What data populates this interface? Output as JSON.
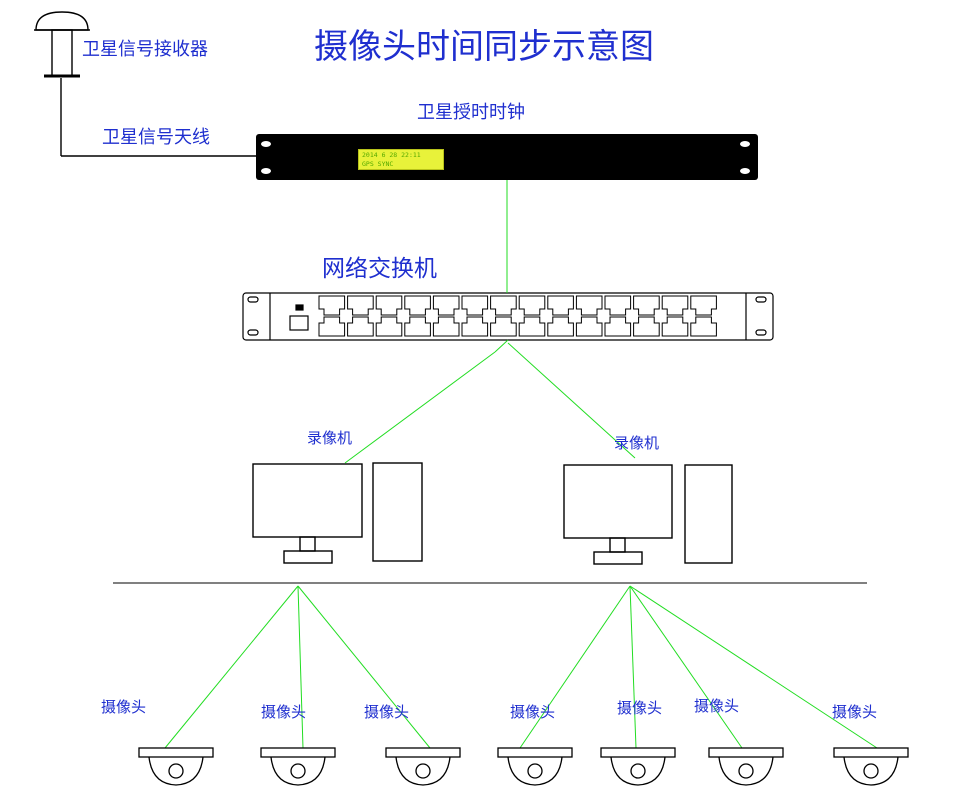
{
  "title": "摄像头时间同步示意图",
  "labels": {
    "gps_receiver": "卫星信号接收器",
    "gps_antenna": "卫星信号天线",
    "time_server": "卫星授时时钟",
    "switch": "网络交换机",
    "recorder": "录像机",
    "camera": "摄像头"
  },
  "time_server_display": {
    "line1": "2014 6 28 22:11",
    "line2": "GPS SYNC"
  },
  "switch_port_count": 28,
  "recorder_count": 2,
  "camera_count": 7,
  "colors": {
    "label": "#1f2fcf",
    "link": "#22dd22",
    "device": "#000000",
    "display": "#e8f23a"
  }
}
